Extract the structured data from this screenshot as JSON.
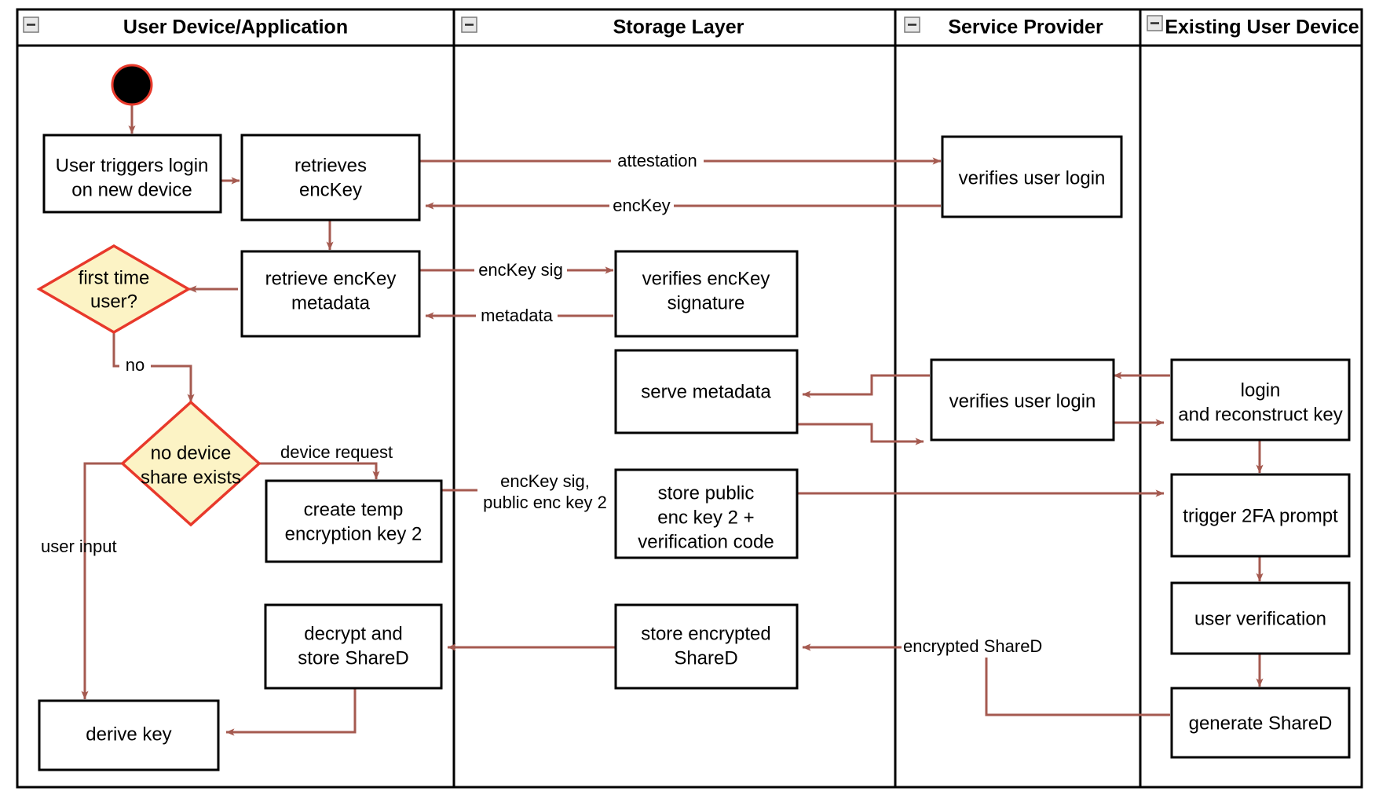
{
  "diagram": {
    "type": "uml-activity-swimlane",
    "title": "Login on new device key reconstruction flow",
    "colors": {
      "edge": "#A55A50",
      "decision_fill": "#FCF3C5",
      "decision_stroke": "#E8392B",
      "node_stroke": "#000000",
      "node_fill": "#FFFFFF",
      "start_fill": "#000000",
      "start_stroke": "#E8392B",
      "background": "#FFFFFF"
    }
  },
  "lanes": [
    {
      "id": "lane-user-device",
      "label": "User Device/Application",
      "collapse_icon": "minus-icon"
    },
    {
      "id": "lane-storage",
      "label": "Storage Layer",
      "collapse_icon": "minus-icon"
    },
    {
      "id": "lane-service-provider",
      "label": "Service Provider",
      "collapse_icon": "minus-icon"
    },
    {
      "id": "lane-existing-device",
      "label": "Existing User Device",
      "collapse_icon": "minus-icon"
    }
  ],
  "nodes": [
    {
      "id": "start",
      "type": "start",
      "lane": "lane-user-device",
      "label": ""
    },
    {
      "id": "user-triggers-login",
      "type": "action",
      "lane": "lane-user-device",
      "lines": [
        "User triggers login",
        "on new device"
      ]
    },
    {
      "id": "retrieves-enckey",
      "type": "action",
      "lane": "lane-user-device",
      "lines": [
        "retrieves",
        "encKey"
      ]
    },
    {
      "id": "retrieve-enckey-metadata",
      "type": "action",
      "lane": "lane-user-device",
      "lines": [
        "retrieve encKey",
        "metadata"
      ]
    },
    {
      "id": "first-time-user",
      "type": "decision",
      "lane": "lane-user-device",
      "lines": [
        "first time",
        "user?"
      ]
    },
    {
      "id": "no-device-share-exists",
      "type": "decision",
      "lane": "lane-user-device",
      "lines": [
        "no device",
        "share exists"
      ]
    },
    {
      "id": "create-temp-encryption-key-2",
      "type": "action",
      "lane": "lane-user-device",
      "lines": [
        "create temp",
        "encryption key 2"
      ]
    },
    {
      "id": "decrypt-and-store-shared",
      "type": "action",
      "lane": "lane-user-device",
      "lines": [
        "decrypt and",
        "store ShareD"
      ]
    },
    {
      "id": "derive-key",
      "type": "action",
      "lane": "lane-user-device",
      "lines": [
        "derive key"
      ]
    },
    {
      "id": "verifies-enckey-signature",
      "type": "action",
      "lane": "lane-storage",
      "lines": [
        "verifies encKey",
        "signature"
      ]
    },
    {
      "id": "serve-metadata",
      "type": "action",
      "lane": "lane-storage",
      "lines": [
        "serve metadata"
      ]
    },
    {
      "id": "store-public-enc-key-2",
      "type": "action",
      "lane": "lane-storage",
      "lines": [
        "store public",
        "enc key 2 +",
        "verification code"
      ]
    },
    {
      "id": "store-encrypted-shared",
      "type": "action",
      "lane": "lane-storage",
      "lines": [
        "store encrypted",
        "ShareD"
      ]
    },
    {
      "id": "verifies-user-login-1",
      "type": "action",
      "lane": "lane-service-provider",
      "lines": [
        "verifies user login"
      ]
    },
    {
      "id": "verifies-user-login-2",
      "type": "action",
      "lane": "lane-service-provider",
      "lines": [
        "verifies user login"
      ]
    },
    {
      "id": "login-and-reconstruct-key",
      "type": "action",
      "lane": "lane-existing-device",
      "lines": [
        "login",
        "and reconstruct key"
      ]
    },
    {
      "id": "trigger-2fa-prompt",
      "type": "action",
      "lane": "lane-existing-device",
      "lines": [
        "trigger 2FA prompt"
      ]
    },
    {
      "id": "user-verification",
      "type": "action",
      "lane": "lane-existing-device",
      "lines": [
        "user verification"
      ]
    },
    {
      "id": "generate-shared",
      "type": "action",
      "lane": "lane-existing-device",
      "lines": [
        "generate ShareD"
      ]
    }
  ],
  "edges": [
    {
      "id": "edge-start-to-trigger",
      "from": "start",
      "to": "user-triggers-login",
      "label": ""
    },
    {
      "id": "edge-trigger-to-retrieves",
      "from": "user-triggers-login",
      "to": "retrieves-enckey",
      "label": ""
    },
    {
      "id": "edge-retrieves-to-sp",
      "from": "retrieves-enckey",
      "to": "verifies-user-login-1",
      "label": "attestation"
    },
    {
      "id": "edge-sp-to-retrieves",
      "from": "verifies-user-login-1",
      "to": "retrieves-enckey",
      "label": "encKey"
    },
    {
      "id": "edge-retrieves-to-metadata",
      "from": "retrieves-enckey",
      "to": "retrieve-enckey-metadata",
      "label": ""
    },
    {
      "id": "edge-metadata-to-verifysig",
      "from": "retrieve-enckey-metadata",
      "to": "verifies-enckey-signature",
      "label": "encKey sig"
    },
    {
      "id": "edge-verifysig-to-metadata",
      "from": "verifies-enckey-signature",
      "to": "retrieve-enckey-metadata",
      "label": "metadata"
    },
    {
      "id": "edge-metadata-to-firsttime",
      "from": "retrieve-enckey-metadata",
      "to": "first-time-user",
      "label": ""
    },
    {
      "id": "edge-firsttime-to-noshare",
      "from": "first-time-user",
      "to": "no-device-share-exists",
      "label": "no"
    },
    {
      "id": "edge-noshare-to-createtemp",
      "from": "no-device-share-exists",
      "to": "create-temp-encryption-key-2",
      "label": "device request"
    },
    {
      "id": "edge-noshare-to-derivekey",
      "from": "no-device-share-exists",
      "to": "derive-key",
      "label": "user input"
    },
    {
      "id": "edge-createtemp-to-storepublic",
      "from": "create-temp-encryption-key-2",
      "to": "store-public-enc-key-2",
      "label": "encKey sig,\npublic enc key 2"
    },
    {
      "id": "edge-existing-to-sp2",
      "from": "login-and-reconstruct-key",
      "to": "verifies-user-login-2",
      "label": ""
    },
    {
      "id": "edge-sp2-to-existing",
      "from": "verifies-user-login-2",
      "to": "login-and-reconstruct-key",
      "label": ""
    },
    {
      "id": "edge-sp2-to-servemetadata",
      "from": "verifies-user-login-2",
      "to": "serve-metadata",
      "label": ""
    },
    {
      "id": "edge-servemetadata-to-sp2",
      "from": "serve-metadata",
      "to": "verifies-user-login-2",
      "label": ""
    },
    {
      "id": "edge-storepublic-to-2fa",
      "from": "store-public-enc-key-2",
      "to": "trigger-2fa-prompt",
      "label": ""
    },
    {
      "id": "edge-reconstruct-to-2fa",
      "from": "login-and-reconstruct-key",
      "to": "trigger-2fa-prompt",
      "label": ""
    },
    {
      "id": "edge-2fa-to-verification",
      "from": "trigger-2fa-prompt",
      "to": "user-verification",
      "label": ""
    },
    {
      "id": "edge-verification-to-generate",
      "from": "user-verification",
      "to": "generate-shared",
      "label": ""
    },
    {
      "id": "edge-generate-to-store",
      "from": "generate-shared",
      "to": "store-encrypted-shared",
      "label": "encrypted ShareD"
    },
    {
      "id": "edge-store-to-decrypt",
      "from": "store-encrypted-shared",
      "to": "decrypt-and-store-shared",
      "label": ""
    },
    {
      "id": "edge-decrypt-to-derivekey",
      "from": "decrypt-and-store-shared",
      "to": "derive-key",
      "label": ""
    }
  ],
  "labels": {
    "lane_1": "User Device/Application",
    "lane_2": "Storage Layer",
    "lane_3": "Service Provider",
    "lane_4": "Existing User Device",
    "n_user_triggers_1": "User triggers login",
    "n_user_triggers_2": "on new device",
    "n_retrieves_1": "retrieves",
    "n_retrieves_2": "encKey",
    "n_retrieve_meta_1": "retrieve encKey",
    "n_retrieve_meta_2": "metadata",
    "n_first_time_1": "first time",
    "n_first_time_2": "user?",
    "n_no_device_1": "no device",
    "n_no_device_2": "share exists",
    "n_create_temp_1": "create temp",
    "n_create_temp_2": "encryption key 2",
    "n_decrypt_1": "decrypt and",
    "n_decrypt_2": "store ShareD",
    "n_derive_key": "derive key",
    "n_verifies_sig_1": "verifies encKey",
    "n_verifies_sig_2": "signature",
    "n_serve_metadata": "serve metadata",
    "n_store_public_1": "store public",
    "n_store_public_2": "enc key 2 +",
    "n_store_public_3": "verification code",
    "n_store_enc_1": "store encrypted",
    "n_store_enc_2": "ShareD",
    "n_verifies_login_1": "verifies user login",
    "n_verifies_login_2": "verifies user login",
    "n_login_recon_1": "login",
    "n_login_recon_2": "and reconstruct key",
    "n_trigger_2fa": "trigger 2FA prompt",
    "n_user_verification": "user verification",
    "n_generate_shared": "generate ShareD",
    "e_attestation": "attestation",
    "e_enckey": "encKey",
    "e_enckey_sig": "encKey sig",
    "e_metadata": "metadata",
    "e_no": "no",
    "e_device_request": "device request",
    "e_user_input": "user input",
    "e_enckey_sig2_a": "encKey sig,",
    "e_enckey_sig2_b": "public enc key 2",
    "e_encrypted_shared": "encrypted ShareD"
  }
}
